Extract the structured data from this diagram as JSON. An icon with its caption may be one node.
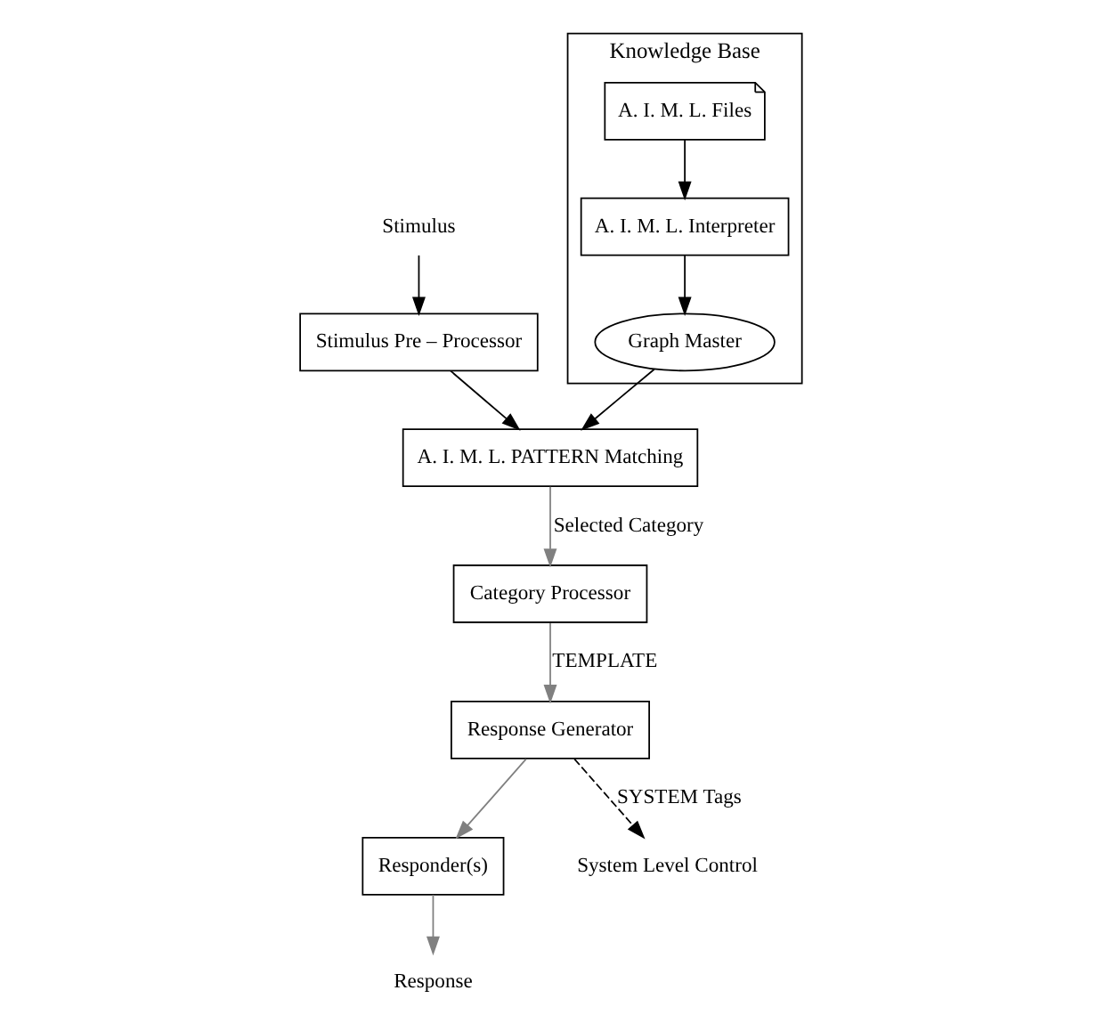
{
  "diagram": {
    "nodes": [
      {
        "text": [
          "Knowledge Base"
        ]
      },
      {
        "text": [
          "A. I. M. L. Files"
        ],
        "in": 0
      },
      {
        "text": [
          "A. I. M. L. Interpreter"
        ],
        "in": 0
      },
      {
        "text": [
          "Graph Master"
        ],
        "in": 0
      },
      {
        "text": [
          "A. I. M. L. PATTERN Matching"
        ]
      },
      {
        "text": [
          "Stimulus Pre – Processor"
        ]
      },
      {
        "text": [
          "Category Processor"
        ]
      },
      {
        "text": [
          "Response Generator"
        ]
      },
      {
        "text": [
          "Responder(s)"
        ]
      },
      {
        "text": [
          "Stimulus"
        ]
      },
      {
        "text": [
          "Response"
        ]
      },
      {
        "text": [
          "System Level Control"
        ]
      }
    ],
    "edges": [
      {
        "from": 1,
        "to": 2,
        "arrow": "to"
      },
      {
        "from": 2,
        "to": 3,
        "arrow": "to"
      },
      {
        "from": 3,
        "to": 4,
        "arrow": "to"
      },
      {
        "from": 9,
        "to": 5,
        "arrow": "to"
      },
      {
        "from": 5,
        "to": 4,
        "arrow": "to"
      },
      {
        "from": 4,
        "to": 6,
        "arrow": "to",
        "label": "Selected Category",
        "color": "#808080"
      },
      {
        "from": 6,
        "to": 7,
        "arrow": "to",
        "label": "TEMPLATE",
        "color": "#808080"
      },
      {
        "from": 7,
        "to": 8,
        "arrow": "to",
        "color": "#808080"
      },
      {
        "from": 8,
        "to": 10,
        "arrow": "to",
        "color": "#808080"
      },
      {
        "from": 7,
        "to": 11,
        "arrow": "to",
        "label": "SYSTEM Tags",
        "style": "dashed"
      }
    ]
  }
}
